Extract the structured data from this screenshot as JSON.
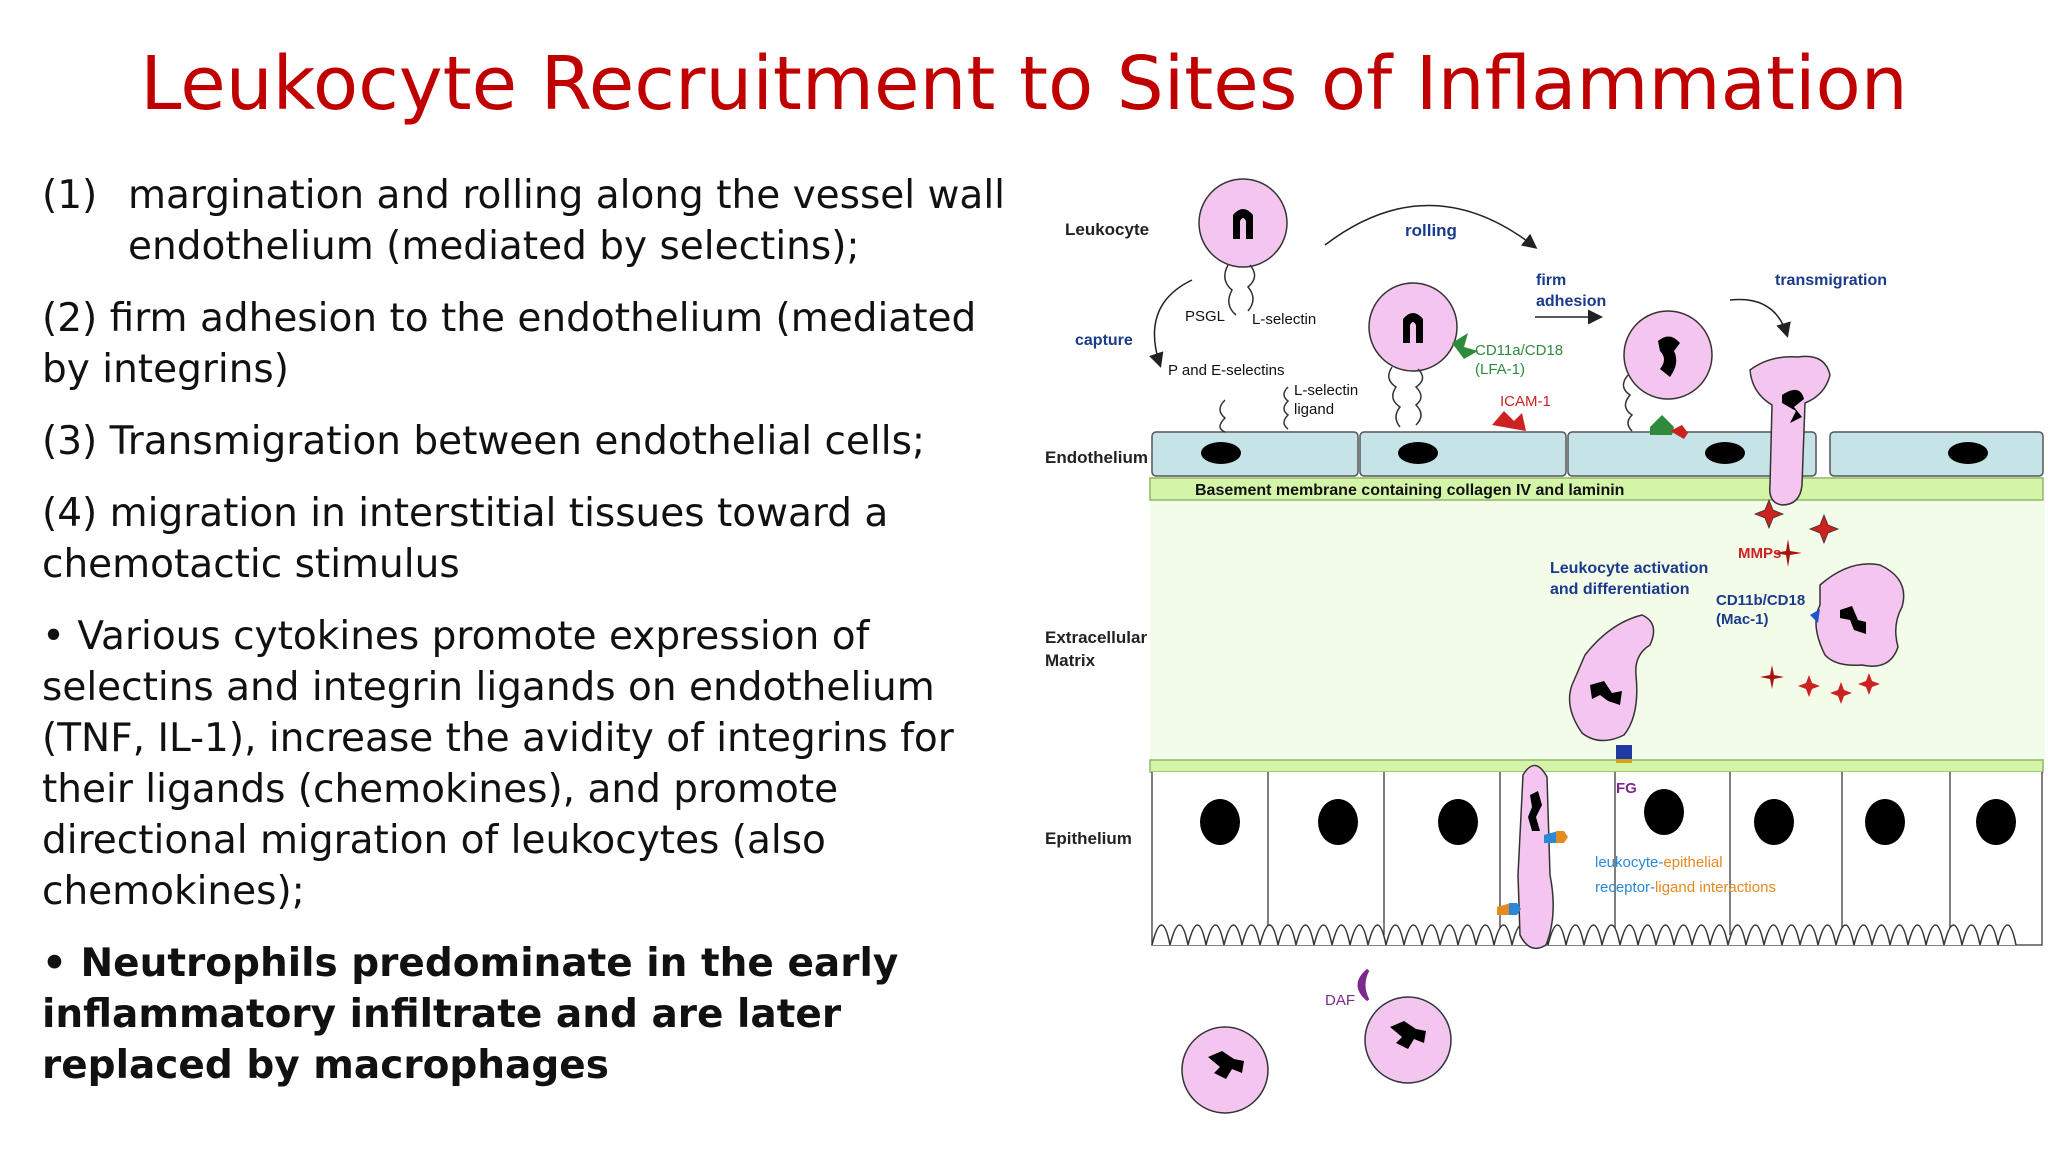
{
  "title": "Leukocyte Recruitment to Sites of Inflammation",
  "points": [
    {
      "num": "(1)",
      "text": "margination and rolling along the vessel wall endothelium (mediated by selectins);"
    },
    {
      "text": "(2) firm adhesion to the endothelium (mediated by integrins)"
    },
    {
      "text": "(3) Transmigration between endothelial cells;"
    },
    {
      "text": "(4) migration in interstitial tissues toward a chemotactic stimulus"
    },
    {
      "text": "• Various cytokines promote expression of selectins and integrin ligands on endothelium (TNF, IL-1), increase the avidity of integrins for their ligands (chemokines), and promote directional migration of leukocytes (also chemokines);"
    },
    {
      "text": "• Neutrophils predominate in the early inflammatory infiltrate and are later replaced by macrophages",
      "bold": true
    }
  ],
  "figure": {
    "layers": {
      "leukocyte": "Leukocyte",
      "capture": "capture",
      "endothelium": "Endothelium",
      "ecm_line1": "Extracellular",
      "ecm_line2": "Matrix",
      "epithelium": "Epithelium"
    },
    "steps": {
      "rolling": "rolling",
      "firm_line1": "firm",
      "firm_line2": "adhesion",
      "transmigration": "transmigration"
    },
    "molecules": {
      "psgl": "PSGL",
      "l_selectin": "L-selectin",
      "pe_selectins": "P and E-selectins",
      "l_selectin_ligand_1": "L-selectin",
      "l_selectin_ligand_2": "ligand",
      "cd11a": "CD11a/CD18",
      "lfa1": "(LFA-1)",
      "icam1": "ICAM-1",
      "basement": "Basement membrane containing collagen IV and laminin",
      "mmps": "MMPs",
      "activation_1": "Leukocyte activation",
      "activation_2": "and differentiation",
      "cd11b": "CD11b/CD18",
      "mac1": "(Mac-1)",
      "fg": "FG",
      "le_1a": "leukocyte-",
      "le_1b": "epithelial",
      "le_2a": "receptor-",
      "le_2b": "ligand",
      "le_2c": " interactions",
      "daf": "DAF"
    },
    "colors": {
      "cell": "#f4c6ef",
      "endothelium": "#c6e4e8",
      "membrane": "#d4f4a8",
      "matrix": "#f3fbe9",
      "selectin_green": "#2f8a3c",
      "icam_red": "#cc2222",
      "mac1_blue": "#1f55c8",
      "daf_purple": "#7a2a8a"
    }
  }
}
